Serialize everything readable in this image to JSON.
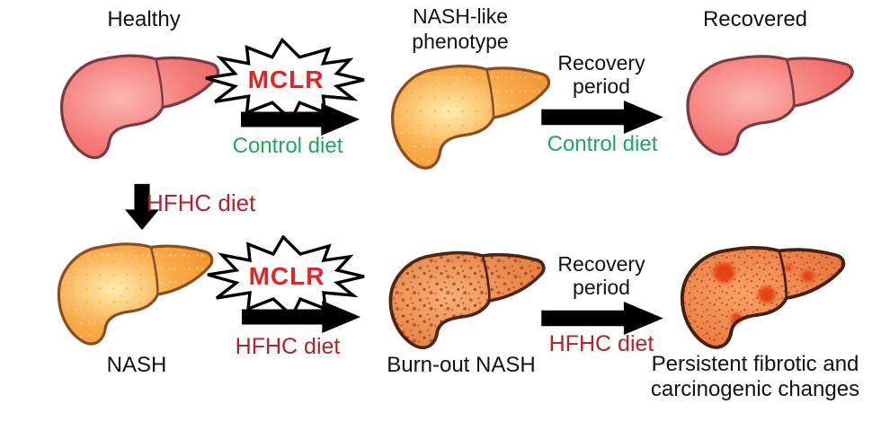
{
  "figure": {
    "colors": {
      "mclr_red": "#e42427",
      "diet_green": "#1ea85c",
      "hfhc_dark_red": "#b2222a",
      "arrow_black": "#000000",
      "text_black": "#121212",
      "healthy_liver": "#f57f7b",
      "nash_liver": "#f9ab4e",
      "burnout_liver": "#ea8c4f",
      "persistent_liver": "#ee8349"
    },
    "top": {
      "healthy_label": "Healthy",
      "nash_like_line1": "NASH-like",
      "nash_like_line2": "phenotype",
      "recovered_label": "Recovered",
      "mclr_label": "MCLR",
      "control_diet_label": "Control diet",
      "recovery_line1": "Recovery",
      "recovery_line2": "period",
      "recovery_control_diet_label": "Control diet"
    },
    "branch": {
      "hfhc_diet_label": "HFHC diet"
    },
    "bottom": {
      "nash_label": "NASH",
      "mclr_label": "MCLR",
      "hfhc_diet_label": "HFHC diet",
      "burnout_label": "Burn-out NASH",
      "recovery_line1": "Recovery",
      "recovery_line2": "period",
      "recovery_hfhc_diet_label": "HFHC diet",
      "persistent_line1": "Persistent fibrotic and",
      "persistent_line2": "carcinogenic changes"
    }
  }
}
